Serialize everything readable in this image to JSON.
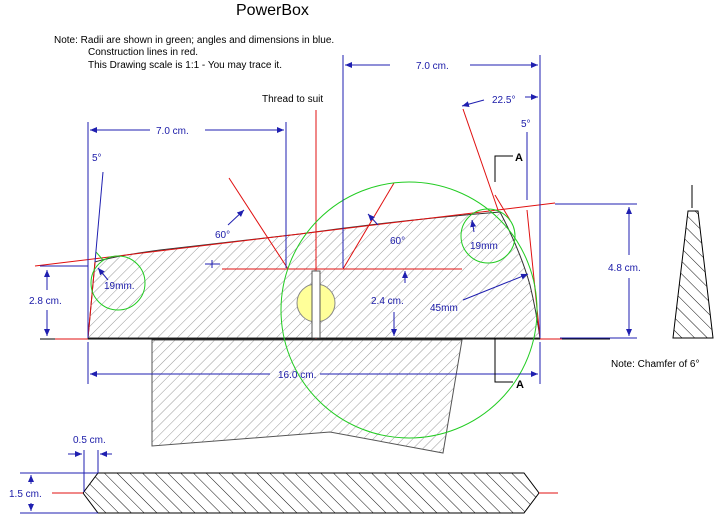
{
  "title": "PowerBox",
  "notes": [
    "Note:   Radii are shown in green; angles and dimensions in blue.",
    "Construction lines in red.",
    "This Drawing scale is 1:1 - You may trace it."
  ],
  "labels": {
    "thread": "Thread to suit",
    "chamfer_note": "Note: Chamfer of 6°",
    "section_top": "A",
    "section_bottom": "A"
  },
  "dimensions": {
    "top_right_width": "7.0 cm.",
    "top_left_width": "7.0 cm.",
    "overall_length": "16.0 cm.",
    "left_height": "2.8 cm.",
    "center_height": "2.4 cm.",
    "right_height": "4.8 cm.",
    "tenon": "0.5 cm.",
    "thickness": "1.5 cm."
  },
  "angles": {
    "top_right": "22.5°",
    "right_side": "5°",
    "left_side": "5°",
    "left_v": "60°",
    "right_v": "60°"
  },
  "radii": {
    "left": "19mm.",
    "right": "19mm",
    "large": "45mm"
  },
  "colors": {
    "dimension": "#1f1fb0",
    "construction": "#e01010",
    "radius": "#22cc22",
    "hole": "#ffff99"
  }
}
